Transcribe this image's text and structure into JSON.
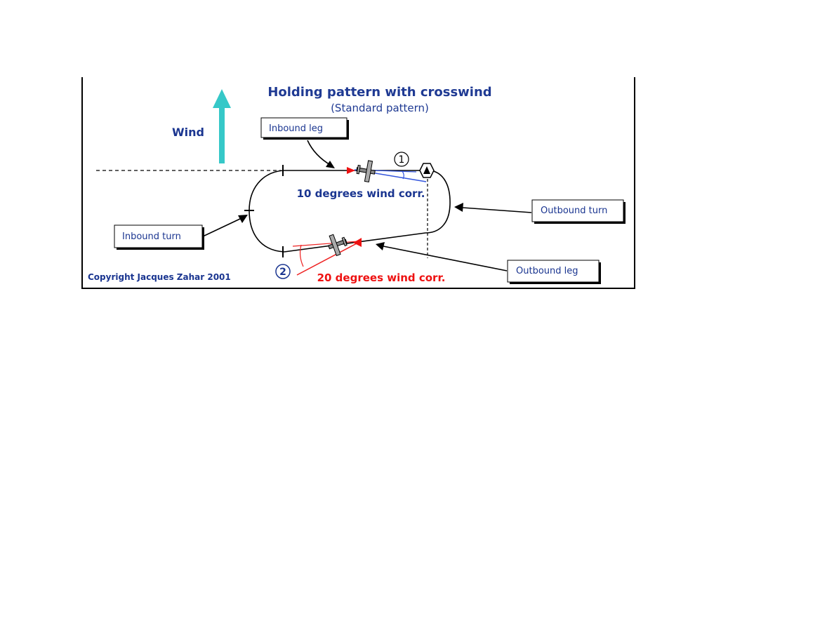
{
  "title": "Holding pattern with crosswind",
  "subtitle": "(Standard pattern)",
  "wind_label": "Wind",
  "callouts": {
    "inbound_leg": "Inbound leg",
    "outbound_turn": "Outbound turn",
    "inbound_turn": "Inbound turn",
    "outbound_leg": "Outbound leg"
  },
  "corrections": {
    "inbound": "10 degrees wind corr.",
    "outbound": "20 degrees wind corr."
  },
  "markers": {
    "one": "1",
    "two": "2"
  },
  "copyright": "Copyright Jacques Zahar 2001",
  "colors": {
    "title": "#1f3a93",
    "navy_text": "#1a3590",
    "red_text": "#ee1111",
    "wind_arrow": "#36c8c8",
    "blue_line": "#3355dd",
    "red_line": "#ee2222"
  },
  "icons": [
    "wind-arrow-icon",
    "airplane-icon",
    "airplane-icon",
    "station-icon"
  ]
}
